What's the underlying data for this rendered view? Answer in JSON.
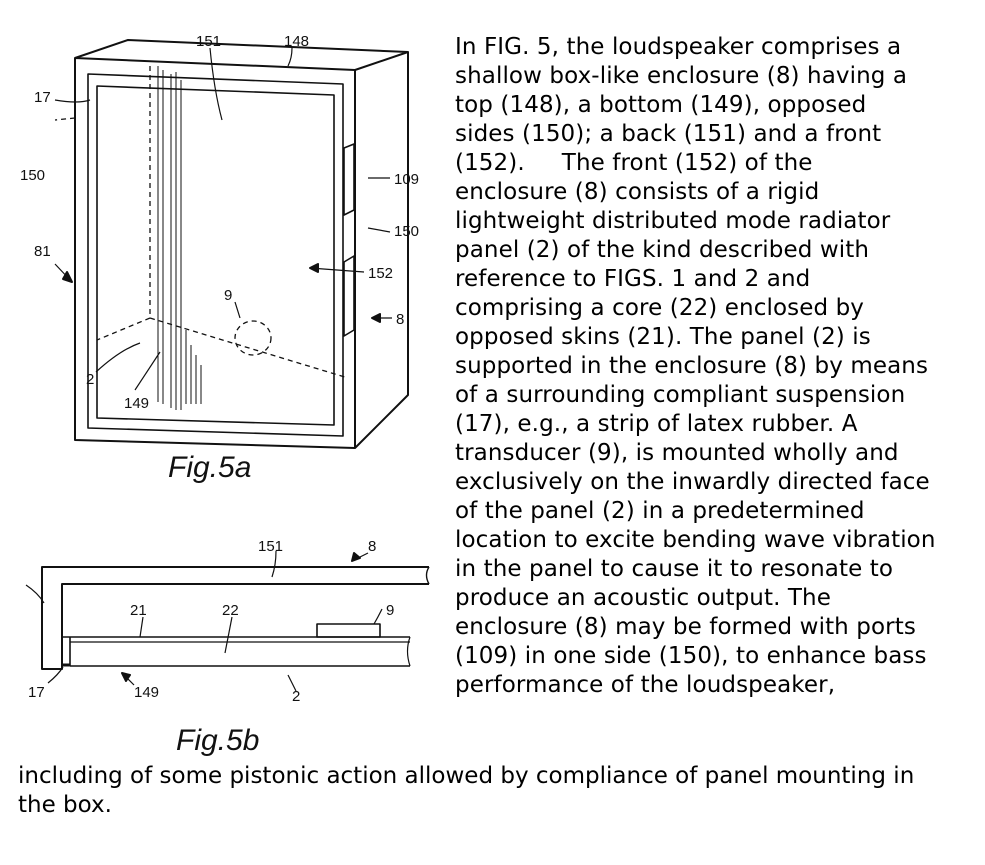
{
  "figure_a": {
    "caption": "Fig.5a",
    "labels": {
      "l151": "151",
      "l148": "148",
      "l17": "17",
      "l150a": "150",
      "l109": "109",
      "l150b": "150",
      "l81": "81",
      "l152": "152",
      "l9": "9",
      "l8": "8",
      "l2": "2",
      "l149": "149"
    }
  },
  "figure_b": {
    "caption": "Fig.5b",
    "labels": {
      "l151": "151",
      "l8": "8",
      "l21": "21",
      "l22": "22",
      "l9": "9",
      "l17": "17",
      "l149": "149",
      "l2": "2"
    }
  },
  "text": {
    "wrapped_lines": [
      "In FIG. 5, the loudspeaker comprises a",
      "shallow box-like enclosure (8) having a",
      "top (148), a bottom (149), opposed",
      "sides (150); a back (151) and a front",
      "(152).     The front (152) of the",
      "enclosure (8) consists of a rigid",
      "lightweight distributed mode radiator",
      "panel (2) of the kind described with",
      "reference to FIGS. 1 and 2 and",
      "comprising a core (22) enclosed by",
      "opposed skins (21). The panel (2) is",
      "supported in the enclosure (8) by means",
      "of a surrounding compliant suspension",
      "(17), e.g., a strip of latex rubber. A",
      "transducer (9), is mounted wholly and",
      "exclusively on the inwardly directed face",
      "of the panel (2) in a predetermined",
      "location to excite bending wave vibration",
      "in the panel to cause it to resonate to",
      "produce an acoustic output. The",
      "enclosure (8) may be formed with ports",
      "(109) in one side (150), to enhance bass",
      "performance of the loudspeaker,"
    ],
    "full_lines": [
      "including of some pistonic action allowed by compliance of panel mounting in",
      "the box."
    ]
  }
}
